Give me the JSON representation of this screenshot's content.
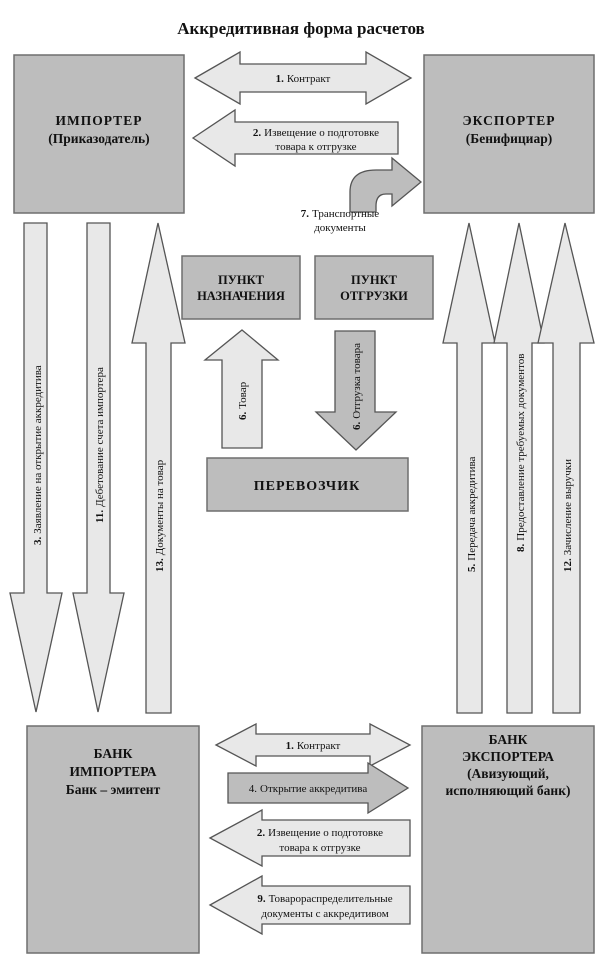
{
  "title": "Аккредитивная форма расчетов",
  "colors": {
    "box_fill": "#bdbdbd",
    "box_stroke": "#6e6e6e",
    "arrow_fill": "#e8e8e8",
    "arrow_fill_dark": "#bdbdbd",
    "arrow_stroke": "#555555",
    "text": "#111111"
  },
  "nodes": {
    "importer": {
      "line1": "ИМПОРТЕР",
      "line2": "(Приказодатель)"
    },
    "exporter": {
      "line1": "ЭКСПОРТЕР",
      "line2": "(Бенифициар)"
    },
    "destination": {
      "line1": "ПУНКТ",
      "line2": "НАЗНАЧЕНИЯ"
    },
    "shipment": {
      "line1": "ПУНКТ",
      "line2": "ОТГРУЗКИ"
    },
    "carrier": {
      "line1": "ПЕРЕВОЗЧИК"
    },
    "importer_bank": {
      "line1": "БАНК",
      "line2": "ИМПОРТЕРА",
      "line3": "Банк – эмитент"
    },
    "exporter_bank": {
      "line1": "БАНК",
      "line2": "ЭКСПОРТЕРА",
      "line3": "(Авизующий,",
      "line4": "исполняющий банк)"
    }
  },
  "flows": {
    "f1_top": {
      "num": "1.",
      "text": "Контракт"
    },
    "f2_top": {
      "num": "2.",
      "line1": "Извещение о подготовке",
      "line2": "товара к отгрузке"
    },
    "f7": {
      "num": "7.",
      "line1": "Транспортные",
      "line2": "документы"
    },
    "f6_goods": {
      "num": "6.",
      "text": "Товар"
    },
    "f6_ship": {
      "num": "6.",
      "text": "Отгрузка товара"
    },
    "f3": {
      "num": "3.",
      "text": "Заявление на открытие аккредитива"
    },
    "f11": {
      "num": "11.",
      "text": "Дебетование счета импортера"
    },
    "f13": {
      "num": "13.",
      "text": "Документы на товар"
    },
    "f5": {
      "num": "5.",
      "text": "Передача аккредитива"
    },
    "f8": {
      "num": "8.",
      "text": "Предоставление требуемых документов"
    },
    "f12": {
      "num": "12.",
      "text": "Зачисление выручки"
    },
    "f1_bottom": {
      "num": "1.",
      "text": "Контракт"
    },
    "f4": {
      "num": "4.",
      "text": "Открытие аккредитива"
    },
    "f2_bottom": {
      "num": "2.",
      "line1": "Извещение о подготовке",
      "line2": "товара к отгрузке"
    },
    "f9": {
      "num": "9.",
      "line1": "Товарораспределительные",
      "line2": "документы с аккредитивом"
    }
  }
}
